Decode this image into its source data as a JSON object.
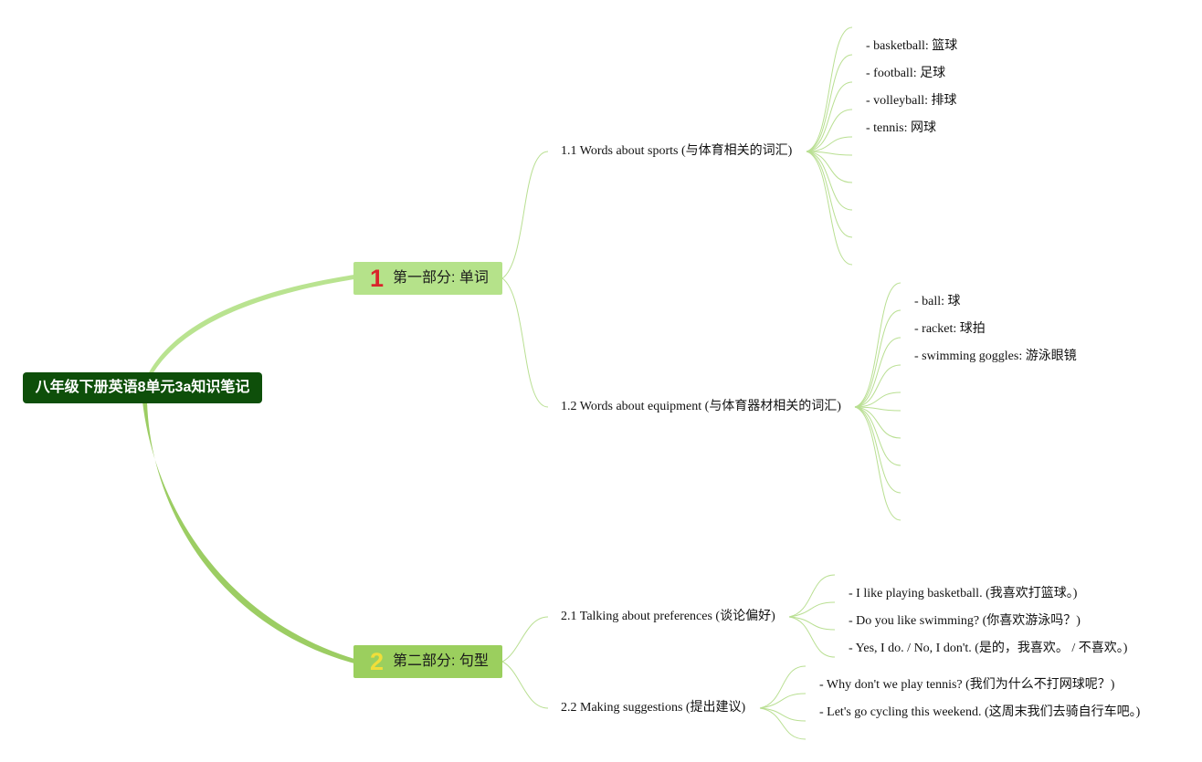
{
  "root": {
    "title": "八年级下册英语8单元3a知识笔记"
  },
  "parts": [
    {
      "number": "1",
      "label": "第一部分: 单词"
    },
    {
      "number": "2",
      "label": "第二部分: 句型"
    }
  ],
  "sections": [
    {
      "title": "1.1 Words about sports (与体育相关的词汇)",
      "items": [
        "- basketball: 篮球",
        "- football: 足球",
        "- volleyball: 排球",
        "- tennis: 网球"
      ]
    },
    {
      "title": "1.2 Words about equipment (与体育器材相关的词汇)",
      "items": [
        "- ball: 球",
        "- racket: 球拍",
        "- swimming goggles: 游泳眼镜"
      ]
    },
    {
      "title": "2.1 Talking about preferences (谈论偏好)",
      "items": [
        "- I like playing basketball. (我喜欢打篮球。)",
        "- Do you like swimming? (你喜欢游泳吗？)",
        "- Yes, I do. / No, I don't. (是的，我喜欢。 / 不喜欢。)"
      ]
    },
    {
      "title": "2.2 Making suggestions (提出建议)",
      "items": [
        "- Why don't we play tennis? (我们为什么不打网球呢？)",
        "- Let's go cycling this weekend. (这周末我们去骑自行车吧。)"
      ]
    }
  ],
  "colors": {
    "root_fill": "#0e4f0a",
    "part1_fill": "#b5e28a",
    "part2_fill": "#9bcf5e",
    "branch": "#a9d77a",
    "thin_branch": "#b9df92"
  }
}
